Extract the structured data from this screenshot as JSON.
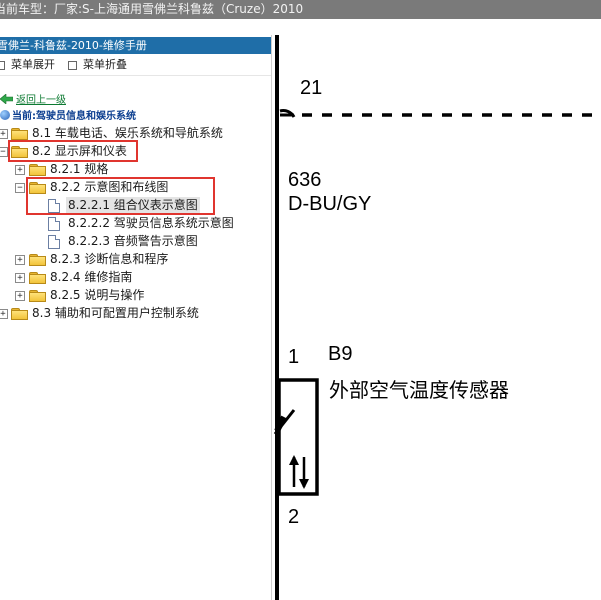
{
  "header": {
    "title": "当前车型：厂家:S-上海通用雪佛兰科鲁兹（Cruze）2010"
  },
  "panel": {
    "title": "雪佛兰-科鲁兹-2010-维修手册",
    "expand_menu": "菜单展开",
    "collapse_menu": "菜单折叠",
    "back_link": "返回上一级",
    "current_label": "当前:驾驶员信息和娱乐系统"
  },
  "tree": {
    "n81": "8.1 车载电话、娱乐系统和导航系统",
    "n82": "8.2 显示屏和仪表",
    "n821": "8.2.1 规格",
    "n822": "8.2.2 示意图和布线图",
    "n8221": "8.2.2.1 组合仪表示意图",
    "n8222": "8.2.2.2 驾驶员信息系统示意图",
    "n8223": "8.2.2.3 音频警告示意图",
    "n823": "8.2.3 诊断信息和程序",
    "n824": "8.2.4 维修指南",
    "n825": "8.2.5 说明与操作",
    "n83": "8.3 辅助和可配置用户控制系统"
  },
  "diagram": {
    "connector_pin": "21",
    "circuit_number": "636",
    "wire_color": "D-BU/GY",
    "component_pin_top": "1",
    "component_id": "B9",
    "component_name": "外部空气温度传感器",
    "component_pin_bottom": "2"
  },
  "colors": {
    "topbar": "#7a7a7a",
    "panel_title": "#1f6ea8",
    "highlight": "#e0352f",
    "back_link": "#0d7a32",
    "current_label": "#0a3d8f"
  }
}
